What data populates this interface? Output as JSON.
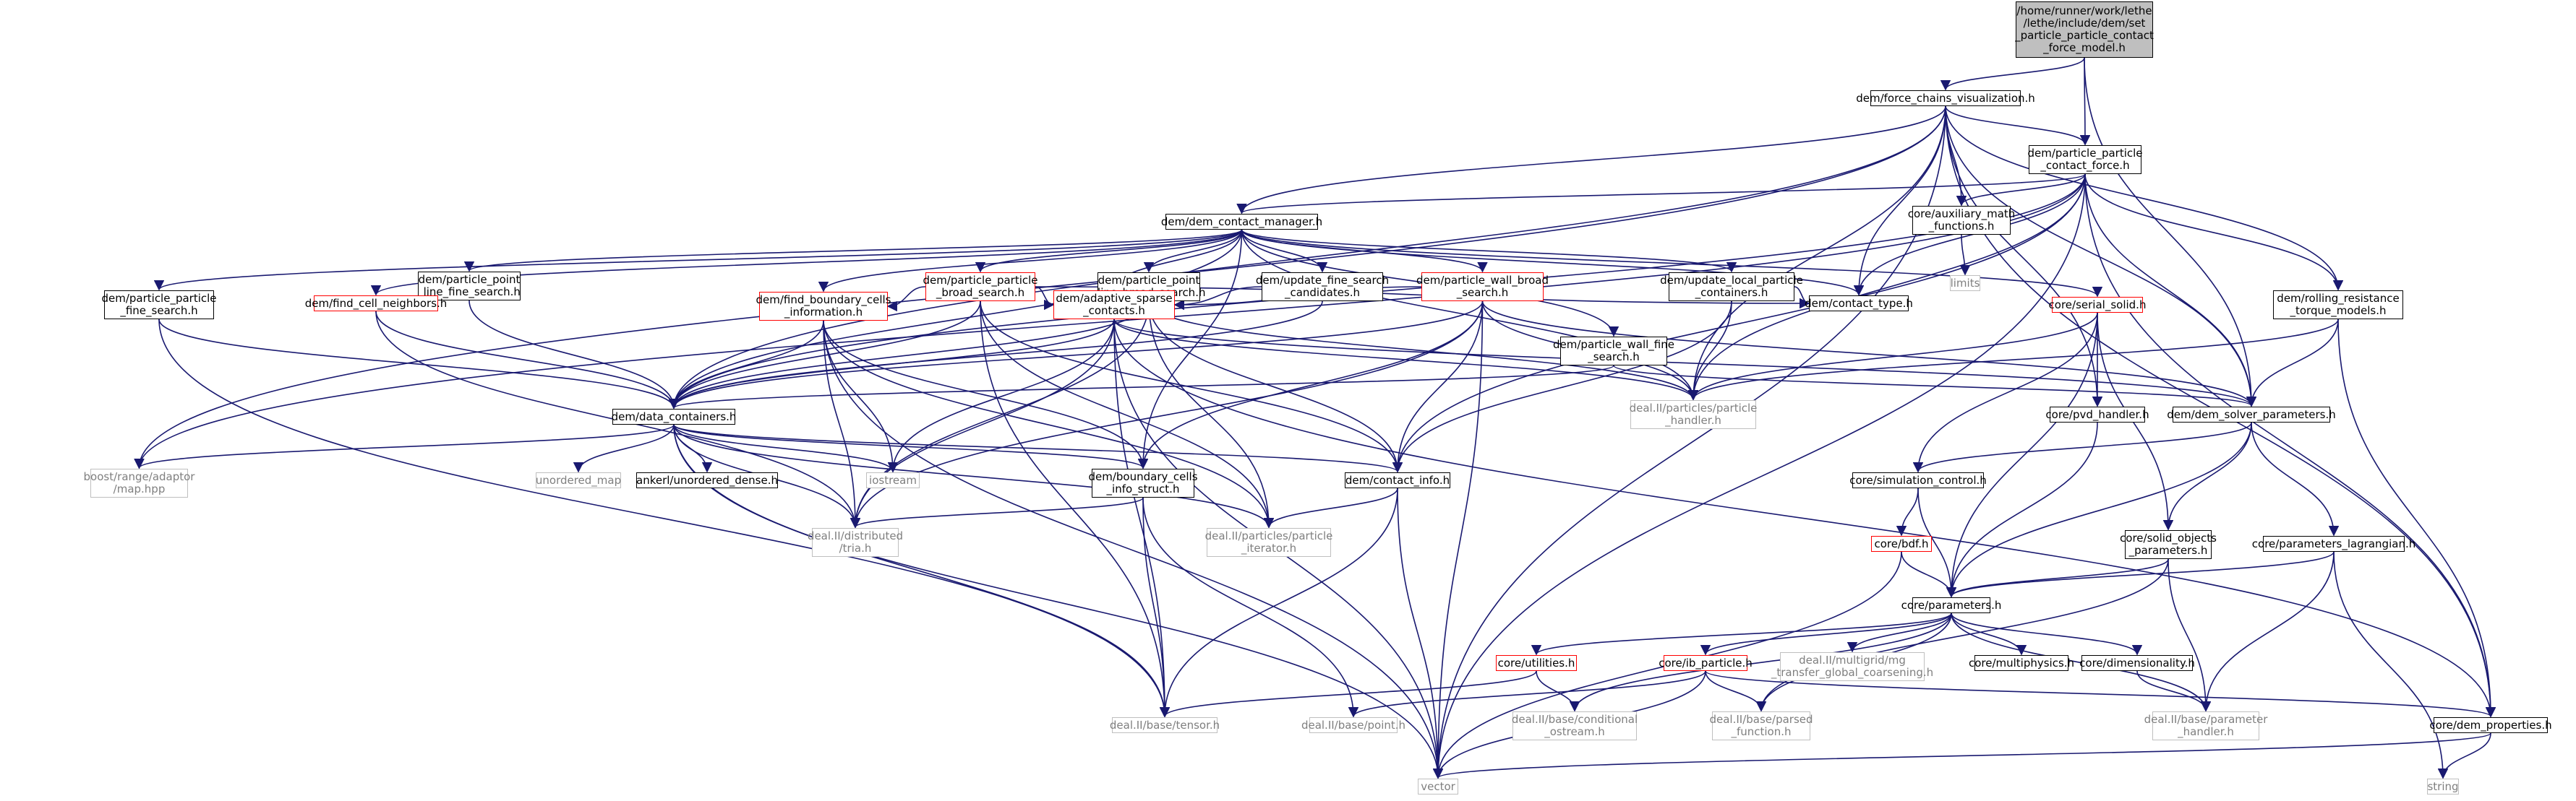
{
  "graph": {
    "edge_color": "#191970",
    "colors": {
      "border_default": "#000000",
      "border_red": "#ff0000",
      "border_gray": "#bfbfbf",
      "text_gray": "#7f7f7f",
      "root_fill": "#bfbfbf"
    },
    "nodes": [
      {
        "id": "root",
        "label": "/home/runner/work/lethe\n/lethe/include/dem/set\n_particle_particle_contact\n_force_model.h",
        "style": "root"
      },
      {
        "id": "fcv",
        "label": "dem/force_chains_visualization.h",
        "style": "normal"
      },
      {
        "id": "ppcf",
        "label": "dem/particle_particle\n_contact_force.h",
        "style": "normal"
      },
      {
        "id": "dcm",
        "label": "dem/dem_contact_manager.h",
        "style": "normal"
      },
      {
        "id": "auxm",
        "label": "core/auxiliary_math\n_functions.h",
        "style": "normal"
      },
      {
        "id": "limits",
        "label": "limits",
        "style": "gray"
      },
      {
        "id": "pplfs",
        "label": "dem/particle_point\n_line_fine_search.h",
        "style": "normal"
      },
      {
        "id": "pppbs",
        "label": "dem/particle_particle\n_broad_search.h",
        "style": "red"
      },
      {
        "id": "pplbs",
        "label": "dem/particle_point\n_line_broad_search.h",
        "style": "normal"
      },
      {
        "id": "ufsc",
        "label": "dem/update_fine_search\n_candidates.h",
        "style": "normal"
      },
      {
        "id": "pwbs",
        "label": "dem/particle_wall_broad\n_search.h",
        "style": "red"
      },
      {
        "id": "ulpc",
        "label": "dem/update_local_particle\n_containers.h",
        "style": "normal"
      },
      {
        "id": "ppfs",
        "label": "dem/particle_particle\n_fine_search.h",
        "style": "normal"
      },
      {
        "id": "fcn",
        "label": "dem/find_cell_neighbors.h",
        "style": "red"
      },
      {
        "id": "fbci",
        "label": "dem/find_boundary_cells\n_information.h",
        "style": "red"
      },
      {
        "id": "asc",
        "label": "dem/adaptive_sparse\n_contacts.h",
        "style": "red"
      },
      {
        "id": "ct",
        "label": "dem/contact_type.h",
        "style": "normal"
      },
      {
        "id": "pwfs",
        "label": "dem/particle_wall_fine\n_search.h",
        "style": "normal"
      },
      {
        "id": "ss",
        "label": "core/serial_solid.h",
        "style": "red"
      },
      {
        "id": "rrtm",
        "label": "dem/rolling_resistance\n_torque_models.h",
        "style": "normal"
      },
      {
        "id": "pph",
        "label": "deal.II/particles/particle\n_handler.h",
        "style": "gray"
      },
      {
        "id": "dc",
        "label": "dem/data_containers.h",
        "style": "normal"
      },
      {
        "id": "pvd",
        "label": "core/pvd_handler.h",
        "style": "normal"
      },
      {
        "id": "dsp",
        "label": "dem/dem_solver_parameters.h",
        "style": "normal"
      },
      {
        "id": "boost",
        "label": "boost/range/adaptor\n/map.hpp",
        "style": "gray"
      },
      {
        "id": "umap",
        "label": "unordered_map",
        "style": "gray"
      },
      {
        "id": "anker",
        "label": "ankerl/unordered_dense.h",
        "style": "normal"
      },
      {
        "id": "iostream",
        "label": "iostream",
        "style": "gray"
      },
      {
        "id": "bcis",
        "label": "dem/boundary_cells\n_info_struct.h",
        "style": "normal"
      },
      {
        "id": "cinfo",
        "label": "dem/contact_info.h",
        "style": "normal"
      },
      {
        "id": "sc",
        "label": "core/simulation_control.h",
        "style": "normal"
      },
      {
        "id": "tria",
        "label": "deal.II/distributed\n/tria.h",
        "style": "gray"
      },
      {
        "id": "ppi",
        "label": "deal.II/particles/particle\n_iterator.h",
        "style": "gray"
      },
      {
        "id": "bdf",
        "label": "core/bdf.h",
        "style": "red"
      },
      {
        "id": "sop",
        "label": "core/solid_objects\n_parameters.h",
        "style": "normal"
      },
      {
        "id": "pl",
        "label": "core/parameters_lagrangian.h",
        "style": "normal"
      },
      {
        "id": "params",
        "label": "core/parameters.h",
        "style": "normal"
      },
      {
        "id": "util",
        "label": "core/utilities.h",
        "style": "red"
      },
      {
        "id": "ibp",
        "label": "core/ib_particle.h",
        "style": "red"
      },
      {
        "id": "mgtgc",
        "label": "deal.II/multigrid/mg\n_transfer_global_coarsening.h",
        "style": "gray"
      },
      {
        "id": "mphys",
        "label": "core/multiphysics.h",
        "style": "normal"
      },
      {
        "id": "dim",
        "label": "core/dimensionality.h",
        "style": "normal"
      },
      {
        "id": "tensor",
        "label": "deal.II/base/tensor.h",
        "style": "gray"
      },
      {
        "id": "point",
        "label": "deal.II/base/point.h",
        "style": "gray"
      },
      {
        "id": "cos",
        "label": "deal.II/base/conditional\n_ostream.h",
        "style": "gray"
      },
      {
        "id": "pf",
        "label": "deal.II/base/parsed\n_function.h",
        "style": "gray"
      },
      {
        "id": "ph",
        "label": "deal.II/base/parameter\n_handler.h",
        "style": "gray"
      },
      {
        "id": "dp",
        "label": "core/dem_properties.h",
        "style": "normal"
      },
      {
        "id": "vector",
        "label": "vector",
        "style": "gray"
      },
      {
        "id": "string",
        "label": "string",
        "style": "gray"
      }
    ],
    "edges": [
      [
        "root",
        "fcv"
      ],
      [
        "root",
        "ppcf"
      ],
      [
        "root",
        "dsp"
      ],
      [
        "fcv",
        "ppcf"
      ],
      [
        "fcv",
        "dcm"
      ],
      [
        "fcv",
        "auxm"
      ],
      [
        "fcv",
        "ct"
      ],
      [
        "fcv",
        "pph"
      ],
      [
        "fcv",
        "dc"
      ],
      [
        "fcv",
        "pvd"
      ],
      [
        "fcv",
        "dsp"
      ],
      [
        "fcv",
        "rrtm"
      ],
      [
        "fcv",
        "dp"
      ],
      [
        "fcv",
        "boost"
      ],
      [
        "fcv",
        "vector"
      ],
      [
        "ppcf",
        "dcm"
      ],
      [
        "ppcf",
        "auxm"
      ],
      [
        "ppcf",
        "ct"
      ],
      [
        "ppcf",
        "pph"
      ],
      [
        "ppcf",
        "dc"
      ],
      [
        "ppcf",
        "cinfo"
      ],
      [
        "ppcf",
        "dsp"
      ],
      [
        "ppcf",
        "rrtm"
      ],
      [
        "ppcf",
        "dp"
      ],
      [
        "ppcf",
        "vector"
      ],
      [
        "ppcf",
        "boost"
      ],
      [
        "auxm",
        "limits"
      ],
      [
        "dcm",
        "pplfs"
      ],
      [
        "dcm",
        "pppbs"
      ],
      [
        "dcm",
        "pplbs"
      ],
      [
        "dcm",
        "ufsc"
      ],
      [
        "dcm",
        "pwbs"
      ],
      [
        "dcm",
        "ulpc"
      ],
      [
        "dcm",
        "ppfs"
      ],
      [
        "dcm",
        "fcn"
      ],
      [
        "dcm",
        "fbci"
      ],
      [
        "dcm",
        "asc"
      ],
      [
        "dcm",
        "pwfs"
      ],
      [
        "dcm",
        "ss"
      ],
      [
        "dcm",
        "dc"
      ],
      [
        "dcm",
        "bcis"
      ],
      [
        "dcm",
        "pph"
      ],
      [
        "dcm",
        "ct"
      ],
      [
        "pplfs",
        "dc"
      ],
      [
        "pppbs",
        "fbci"
      ],
      [
        "pppbs",
        "asc"
      ],
      [
        "pppbs",
        "dc"
      ],
      [
        "pppbs",
        "cinfo"
      ],
      [
        "pppbs",
        "ppi"
      ],
      [
        "pppbs",
        "tensor"
      ],
      [
        "pppbs",
        "ct"
      ],
      [
        "pplbs",
        "asc"
      ],
      [
        "pplbs",
        "dc"
      ],
      [
        "pplbs",
        "pph"
      ],
      [
        "pplbs",
        "cinfo"
      ],
      [
        "pplbs",
        "ppi"
      ],
      [
        "pplbs",
        "tria"
      ],
      [
        "ufsc",
        "dc"
      ],
      [
        "ufsc",
        "asc"
      ],
      [
        "pwbs",
        "asc"
      ],
      [
        "pwbs",
        "dc"
      ],
      [
        "pwbs",
        "pph"
      ],
      [
        "pwbs",
        "cinfo"
      ],
      [
        "pwbs",
        "bcis"
      ],
      [
        "pwbs",
        "tria"
      ],
      [
        "pwbs",
        "vector"
      ],
      [
        "pwbs",
        "dsp"
      ],
      [
        "ulpc",
        "ct"
      ],
      [
        "ulpc",
        "pph"
      ],
      [
        "ulpc",
        "cinfo"
      ],
      [
        "ppfs",
        "dc"
      ],
      [
        "ppfs",
        "tensor"
      ],
      [
        "fcn",
        "dc"
      ],
      [
        "fcn",
        "tria"
      ],
      [
        "fbci",
        "dc"
      ],
      [
        "fbci",
        "bcis"
      ],
      [
        "fbci",
        "tria"
      ],
      [
        "fbci",
        "iostream"
      ],
      [
        "fbci",
        "vector"
      ],
      [
        "fbci",
        "ppi"
      ],
      [
        "asc",
        "dc"
      ],
      [
        "asc",
        "pph"
      ],
      [
        "asc",
        "dsp"
      ],
      [
        "asc",
        "tria"
      ],
      [
        "asc",
        "tensor"
      ],
      [
        "asc",
        "vector"
      ],
      [
        "asc",
        "dp"
      ],
      [
        "asc",
        "iostream"
      ],
      [
        "pwfs",
        "dc"
      ],
      [
        "pwfs",
        "dsp"
      ],
      [
        "ss",
        "pvd"
      ],
      [
        "ss",
        "sc"
      ],
      [
        "ss",
        "sop"
      ],
      [
        "ss",
        "params"
      ],
      [
        "ss",
        "pph"
      ],
      [
        "rrtm",
        "dsp"
      ],
      [
        "rrtm",
        "pph"
      ],
      [
        "rrtm",
        "dp"
      ],
      [
        "dc",
        "boost"
      ],
      [
        "dc",
        "umap"
      ],
      [
        "dc",
        "anker"
      ],
      [
        "dc",
        "iostream"
      ],
      [
        "dc",
        "bcis"
      ],
      [
        "dc",
        "cinfo"
      ],
      [
        "dc",
        "tria"
      ],
      [
        "dc",
        "ppi"
      ],
      [
        "dc",
        "tensor"
      ],
      [
        "dc",
        "vector"
      ],
      [
        "pvd",
        "params"
      ],
      [
        "dsp",
        "sc"
      ],
      [
        "dsp",
        "sop"
      ],
      [
        "dsp",
        "pl"
      ],
      [
        "dsp",
        "params"
      ],
      [
        "bcis",
        "tria"
      ],
      [
        "bcis",
        "tensor"
      ],
      [
        "bcis",
        "point"
      ],
      [
        "cinfo",
        "ppi"
      ],
      [
        "cinfo",
        "tensor"
      ],
      [
        "cinfo",
        "vector"
      ],
      [
        "sc",
        "bdf"
      ],
      [
        "sc",
        "params"
      ],
      [
        "bdf",
        "params"
      ],
      [
        "bdf",
        "vector"
      ],
      [
        "sop",
        "params"
      ],
      [
        "sop",
        "pf"
      ],
      [
        "sop",
        "ph"
      ],
      [
        "pl",
        "params"
      ],
      [
        "pl",
        "ph"
      ],
      [
        "pl",
        "string"
      ],
      [
        "params",
        "util"
      ],
      [
        "params",
        "ibp"
      ],
      [
        "params",
        "mgtgc"
      ],
      [
        "params",
        "mphys"
      ],
      [
        "params",
        "dim"
      ],
      [
        "params",
        "cos"
      ],
      [
        "params",
        "pf"
      ],
      [
        "params",
        "ph"
      ],
      [
        "util",
        "tensor"
      ],
      [
        "util",
        "cos"
      ],
      [
        "ibp",
        "point"
      ],
      [
        "ibp",
        "pf"
      ],
      [
        "ibp",
        "vector"
      ],
      [
        "ibp",
        "dp"
      ],
      [
        "dim",
        "ph"
      ],
      [
        "dp",
        "vector"
      ],
      [
        "dp",
        "string"
      ]
    ]
  }
}
